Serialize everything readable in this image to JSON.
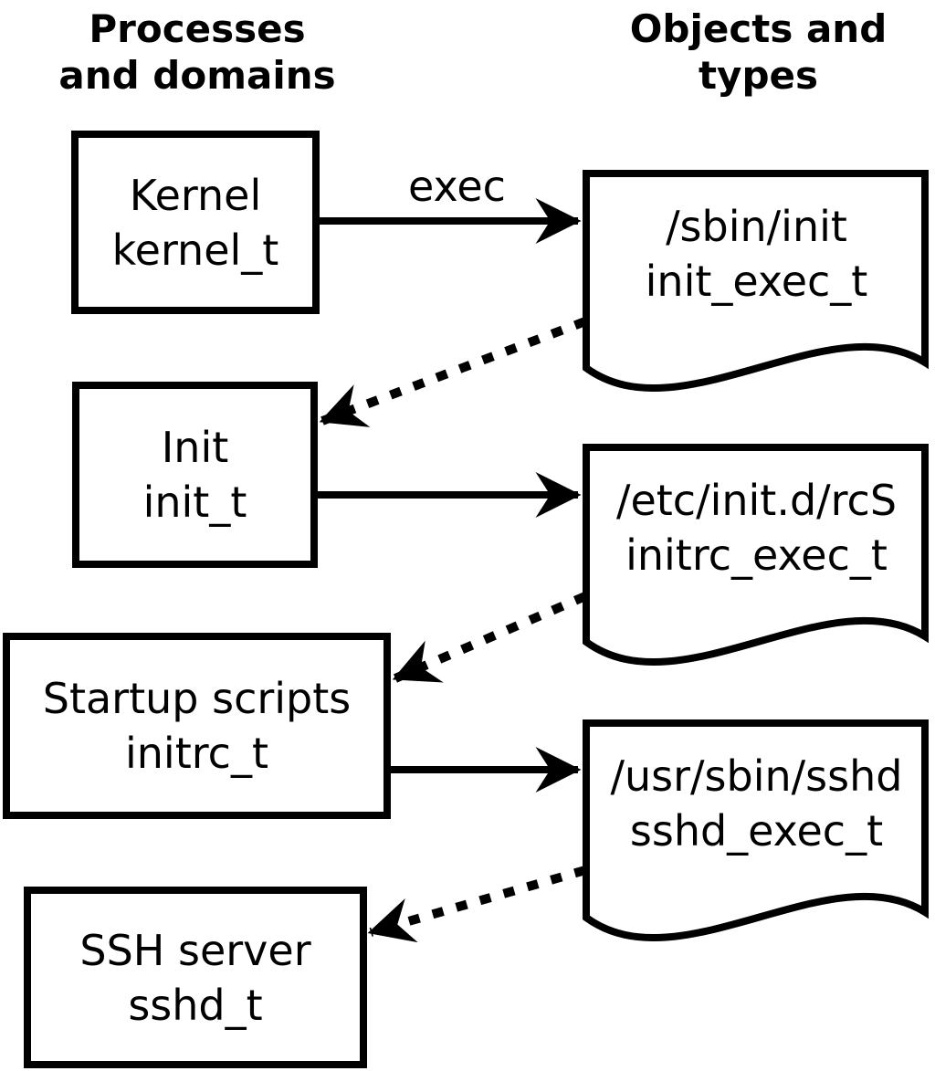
{
  "diagram": {
    "background": "#ffffff",
    "line_color": "#000000",
    "columns": {
      "left": {
        "line1": "Processes",
        "line2": "and domains"
      },
      "right": {
        "line1": "Objects and",
        "line2": "types"
      }
    },
    "domains": [
      {
        "name": "Kernel",
        "type": "kernel_t"
      },
      {
        "name": "Init",
        "type": "init_t"
      },
      {
        "name": "Startup scripts",
        "type": "initrc_t"
      },
      {
        "name": "SSH server",
        "type": "sshd_t"
      }
    ],
    "objects": [
      {
        "path": "/sbin/init",
        "type": "init_exec_t"
      },
      {
        "path": "/etc/init.d/rcS",
        "type": "initrc_exec_t"
      },
      {
        "path": "/usr/sbin/sshd",
        "type": "sshd_exec_t"
      }
    ],
    "edges": [
      {
        "from": "kernel_t",
        "to": "init_exec_t",
        "style": "solid",
        "label": "exec"
      },
      {
        "from": "init_exec_t",
        "to": "init_t",
        "style": "dotted",
        "label": ""
      },
      {
        "from": "init_t",
        "to": "initrc_exec_t",
        "style": "solid",
        "label": ""
      },
      {
        "from": "initrc_exec_t",
        "to": "initrc_t",
        "style": "dotted",
        "label": ""
      },
      {
        "from": "initrc_t",
        "to": "sshd_exec_t",
        "style": "solid",
        "label": ""
      },
      {
        "from": "sshd_exec_t",
        "to": "sshd_t",
        "style": "dotted",
        "label": ""
      }
    ]
  }
}
